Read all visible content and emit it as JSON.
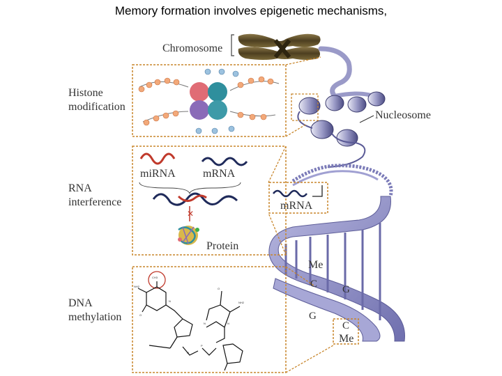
{
  "title": "Memory formation involves epigenetic mechanisms,",
  "labels": {
    "chromosome": "Chromosome",
    "histone_line1": "Histone",
    "histone_line2": "modification",
    "nucleosome": "Nucleosome",
    "rna_line1": "RNA",
    "rna_line2": "interference",
    "mirna": "miRNA",
    "mrna": "mRNA",
    "mrna_callout": "mRNA",
    "protein": "Protein",
    "dna_line1": "DNA",
    "dna_line2": "methylation",
    "me_top": "Me",
    "me_bottom": "Me",
    "base_c1": "C",
    "base_g1": "G",
    "base_g2": "G",
    "base_c2": "C"
  },
  "colors": {
    "box_dash": "#c8862c",
    "chromosome": "#5a4a28",
    "dna_strand": "#8e8ec4",
    "rna_red": "#c0392b",
    "rna_navy": "#1f2a5a",
    "histone_pink": "#e06c75",
    "histone_teal": "#2f8f9d",
    "histone_purple": "#8a6bb8",
    "histone_blue": "#3d7dbf"
  }
}
